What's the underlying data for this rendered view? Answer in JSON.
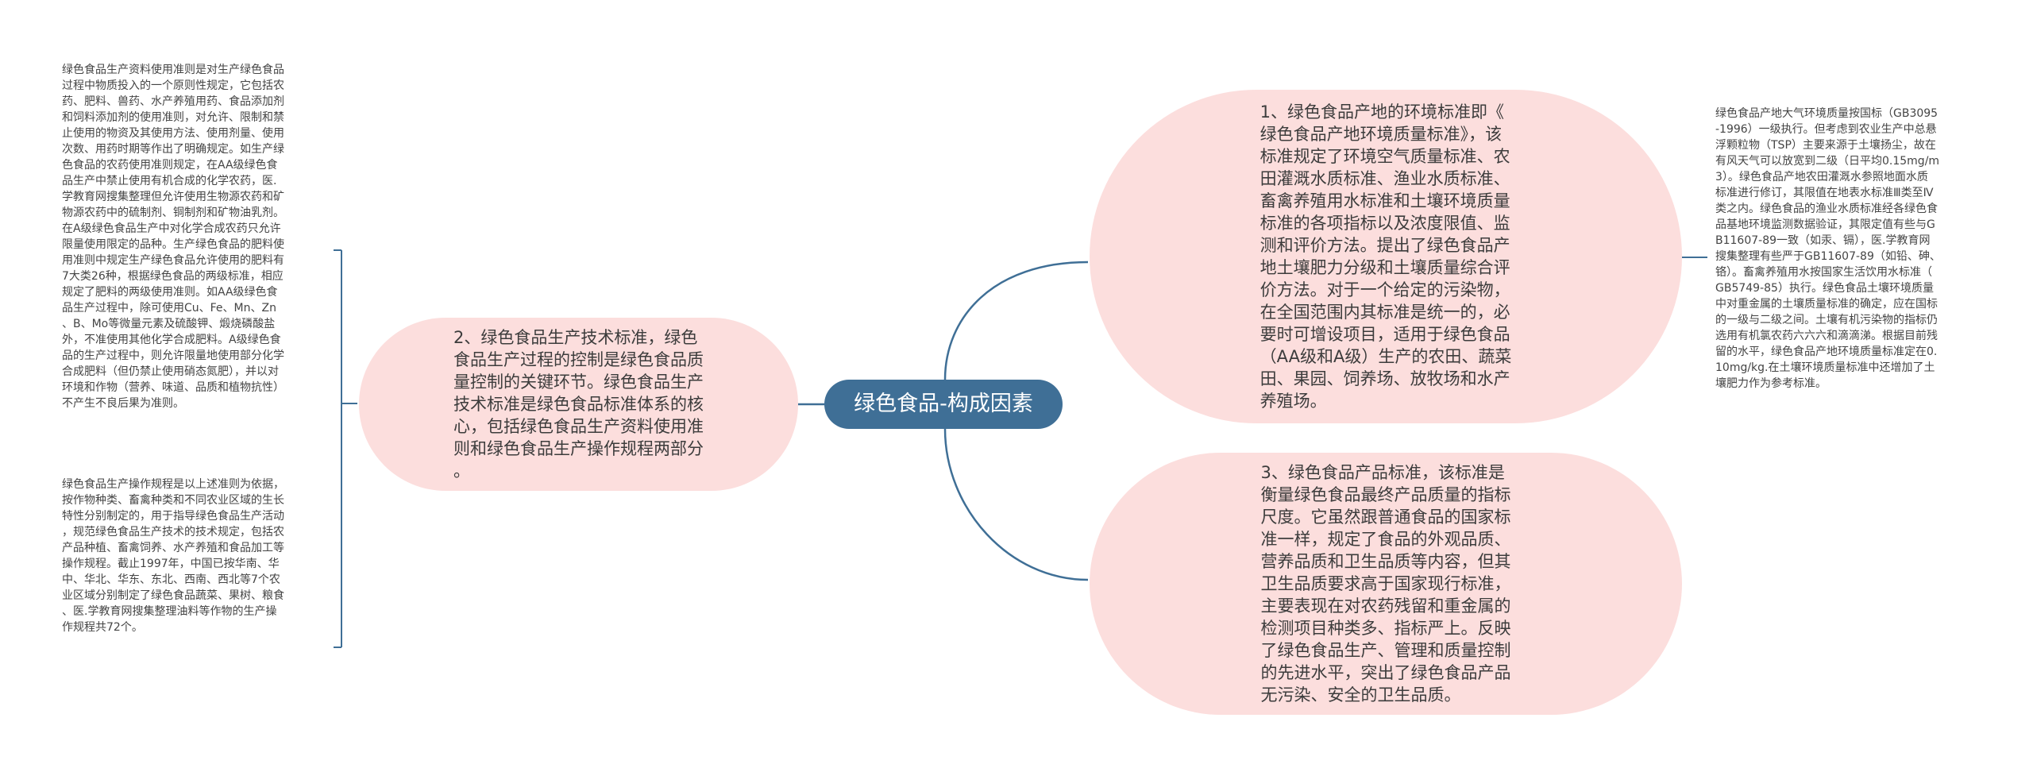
{
  "title": "绿色食品-构成因素",
  "colors": {
    "root_fill": "#3f6f96",
    "topic_fill": "#fcdedd",
    "connector": "#3f6f96",
    "root_text": "#ffffff",
    "topic_text": "#3c3c3c",
    "note_text": "#444444"
  },
  "topics": [
    {
      "id": "environment",
      "side": "right",
      "text": "1、绿色食品产地的环境标准即《\n绿色食品产地环境质量标准》，该\n标准规定了环境空气质量标准、农\n田灌溉水质标准、渔业水质标准、\n畜禽养殖用水标准和土壤环境质量\n标准的各项指标以及浓度限值、监\n测和评价方法。提出了绿色食品产\n地土壤肥力分级和土壤质量综合评\n价方法。对于一个给定的污染物，\n在全国范围内其标准是统一的，必\n要时可增设项目，适用于绿色食品\n（AA级和A级）生产的农田、蔬菜\n田、果园、饲养场、放牧场和水产\n养殖场。",
      "notes": [
        "绿色食品产地大气环境质量按国标（GB3095\n-1996）一级执行。但考虑到农业生产中总悬\n浮颗粒物（TSP）主要来源于土壤扬尘，故在\n有风天气可以放宽到二级（日平均0.15mg/m\n3）。绿色食品产地农田灌溉水参照地面水质\n标准进行修订，其限值在地表水标准Ⅲ类至Ⅳ\n类之内。绿色食品的渔业水质标准经各绿色食\n品基地环境监测数据验证，其限定值有些与G\nB11607-89一致（如汞、镉），医.学教育网\n搜集整理有些严于GB11607-89（如铅、砷、\n铬）。畜禽养殖用水按国家生活饮用水标准（\nGB5749-85）执行。绿色食品土壤环境质量\n中对重金属的土壤质量标准的确定，应在国标\n的一级与二级之间。土壤有机污染物的指标仍\n选用有机氯农药六六六和滴滴涕。根据目前残\n留的水平，绿色食品产地环境质量标准定在0.\n10mg/kg.在土壤环境质量标准中还增加了土\n壤肥力作为参考标准。"
      ]
    },
    {
      "id": "technology",
      "side": "left",
      "text": "2、绿色食品生产技术标准，绿色\n食品生产过程的控制是绿色食品质\n量控制的关键环节。绿色食品生产\n技术标准是绿色食品标准体系的核\n心，包括绿色食品生产资料使用准\n则和绿色食品生产操作规程两部分\n。",
      "notes": [
        "绿色食品生产资料使用准则是对生产绿色食品\n过程中物质投入的一个原则性规定，它包括农\n药、肥料、兽药、水产养殖用药、食品添加剂\n和饲料添加剂的使用准则，对允许、限制和禁\n止使用的物资及其使用方法、使用剂量、使用\n次数、用药时期等作出了明确规定。如生产绿\n色食品的农药使用准则规定，在AA级绿色食\n品生产中禁止使用有机合成的化学农药，医.\n学教育网搜集整理但允许使用生物源农药和矿\n物源农药中的硫制剂、铜制剂和矿物油乳剂。\n在A级绿色食品生产中对化学合成农药只允许\n限量使用限定的品种。生产绿色食品的肥料使\n用准则中规定生产绿色食品允许使用的肥料有\n7大类26种，根据绿色食品的两级标准，相应\n规定了肥料的两级使用准则。如AA级绿色食\n品生产过程中，除可使用Cu、Fe、Mn、Zn\n、B、Mo等微量元素及硫酸钾、煅烧磷酸盐\n外，不准使用其他化学合成肥料。A级绿色食\n品的生产过程中，则允许限量地使用部分化学\n合成肥料（但仍禁止使用硝态氮肥），并以对\n环境和作物（营养、味道、品质和植物抗性）\n不产生不良后果为准则。",
        "绿色食品生产操作规程是以上述准则为依据，\n按作物种类、畜禽种类和不同农业区域的生长\n特性分别制定的，用于指导绿色食品生产活动\n，规范绿色食品生产技术的技术规定，包括农\n产品种植、畜禽饲养、水产养殖和食品加工等\n操作规程。截止1997年，中国已按华南、华\n中、华北、华东、东北、西南、西北等7个农\n业区域分别制定了绿色食品蔬菜、果树、粮食\n、医.学教育网搜集整理油料等作物的生产操\n作规程共72个。"
      ]
    },
    {
      "id": "product",
      "side": "right",
      "text": "3、绿色食品产品标准，该标准是\n衡量绿色食品最终产品质量的指标\n尺度。它虽然跟普通食品的国家标\n准一样，规定了食品的外观品质、\n营养品质和卫生品质等内容，但其\n卫生品质要求高于国家现行标准，\n主要表现在对农药残留和重金属的\n检测项目种类多、指标严上。反映\n了绿色食品生产、管理和质量控制\n的先进水平，突出了绿色食品产品\n无污染、安全的卫生品质。",
      "notes": []
    }
  ]
}
